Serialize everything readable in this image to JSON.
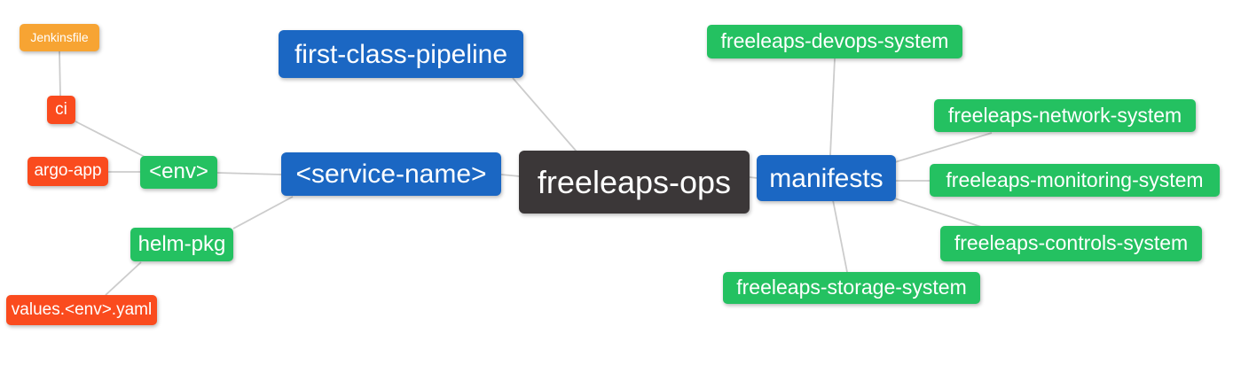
{
  "palette": {
    "root_bg": "#3B3738",
    "branch_bg": "#1B67C3",
    "system_bg": "#24C161",
    "artifact_bg": "#FA4B1E",
    "file_bg": "#F7A433",
    "edge_color": "#CCCCCC",
    "label_text": "#FFFFFF"
  },
  "nodes": {
    "freeleaps_ops": {
      "label": "freeleaps-ops",
      "parent": null,
      "role": "root"
    },
    "first_class_pipeline": {
      "label": "first-class-pipeline",
      "parent": "freeleaps-ops",
      "role": "branch"
    },
    "service_name": {
      "label": "<service-name>",
      "parent": "freeleaps-ops",
      "role": "branch"
    },
    "manifests": {
      "label": "manifests",
      "parent": "freeleaps-ops",
      "role": "branch"
    },
    "env": {
      "label": "<env>",
      "parent": "<service-name>",
      "role": "component"
    },
    "helm_pkg": {
      "label": "helm-pkg",
      "parent": "<service-name>",
      "role": "component"
    },
    "ci": {
      "label": "ci",
      "parent": "<env>",
      "role": "artifact"
    },
    "argo_app": {
      "label": "argo-app",
      "parent": "<env>",
      "role": "artifact"
    },
    "jenkinsfile": {
      "label": "Jenkinsfile",
      "parent": "ci",
      "role": "file"
    },
    "values_env_yaml": {
      "label": "values.<env>.yaml",
      "parent": "helm-pkg",
      "role": "artifact"
    },
    "devops_system": {
      "label": "freeleaps-devops-system",
      "parent": "manifests",
      "role": "component"
    },
    "network_system": {
      "label": "freeleaps-network-system",
      "parent": "manifests",
      "role": "component"
    },
    "monitoring_system": {
      "label": "freeleaps-monitoring-system",
      "parent": "manifests",
      "role": "component"
    },
    "controls_system": {
      "label": "freeleaps-controls-system",
      "parent": "manifests",
      "role": "component"
    },
    "storage_system": {
      "label": "freeleaps-storage-system",
      "parent": "manifests",
      "role": "component"
    }
  },
  "edges": [
    [
      "Jenkinsfile",
      "ci"
    ],
    [
      "ci",
      "<env>"
    ],
    [
      "argo-app",
      "<env>"
    ],
    [
      "<env>",
      "<service-name>"
    ],
    [
      "helm-pkg",
      "<service-name>"
    ],
    [
      "values.<env>.yaml",
      "helm-pkg"
    ],
    [
      "first-class-pipeline",
      "freeleaps-ops"
    ],
    [
      "<service-name>",
      "freeleaps-ops"
    ],
    [
      "freeleaps-ops",
      "manifests"
    ],
    [
      "manifests",
      "freeleaps-devops-system"
    ],
    [
      "manifests",
      "freeleaps-network-system"
    ],
    [
      "manifests",
      "freeleaps-monitoring-system"
    ],
    [
      "manifests",
      "freeleaps-controls-system"
    ],
    [
      "manifests",
      "freeleaps-storage-system"
    ]
  ]
}
